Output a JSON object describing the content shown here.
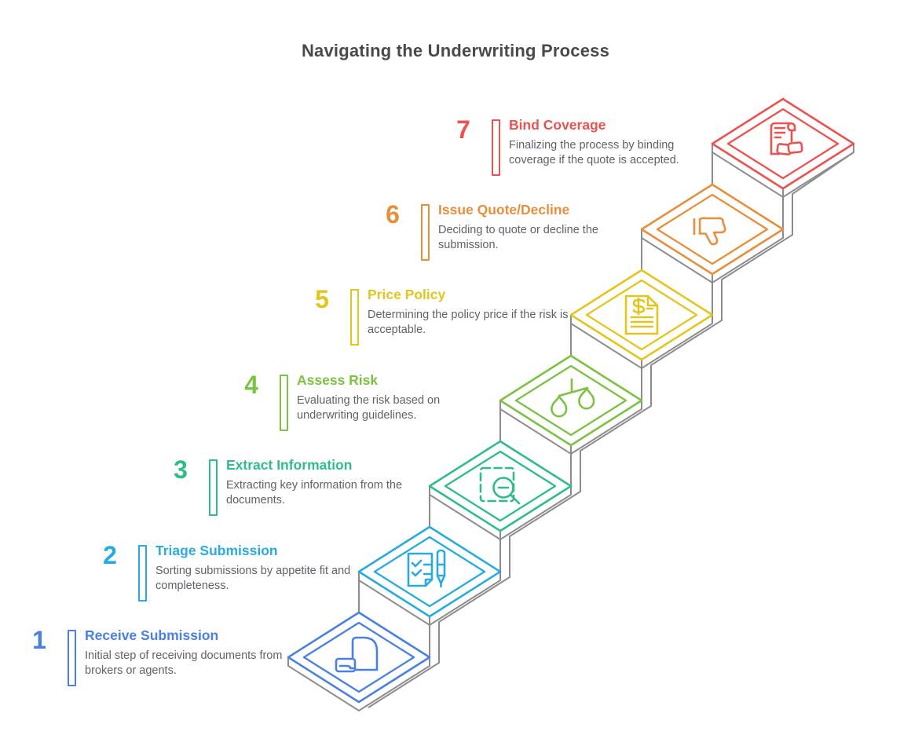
{
  "title": "Navigating the Underwriting Process",
  "colors": {
    "line_gray": "#8c8c8c",
    "title_text": "#4a4a4a",
    "description_text": "#5e6368",
    "background": "#ffffff"
  },
  "steps": [
    {
      "number": "1",
      "title": "Receive Submission",
      "description": "Initial step of receiving documents from brokers or agents.",
      "color": "#4a80e4",
      "icon": "receive-document-icon"
    },
    {
      "number": "2",
      "title": "Triage Submission",
      "description": "Sorting submissions by appetite fit and completeness.",
      "color": "#29abe2",
      "icon": "checklist-pen-icon"
    },
    {
      "number": "3",
      "title": "Extract Information",
      "description": "Extracting key information from the documents.",
      "color": "#2fbd87",
      "icon": "extract-search-icon"
    },
    {
      "number": "4",
      "title": "Assess Risk",
      "description": "Evaluating the risk based on underwriting guidelines.",
      "color": "#7cc243",
      "icon": "risk-scale-icon"
    },
    {
      "number": "5",
      "title": "Price Policy",
      "description": "Determining the policy price if the risk is acceptable.",
      "color": "#e3c51c",
      "icon": "priced-document-icon"
    },
    {
      "number": "6",
      "title": "Issue Quote/Decline",
      "description": "Deciding to quote or decline the submission.",
      "color": "#e78f3c",
      "icon": "thumbs-down-icon"
    },
    {
      "number": "7",
      "title": "Bind Coverage",
      "description": "Finalizing the process by binding coverage if the quote is accepted.",
      "color": "#ea534f",
      "icon": "contract-handshake-icon"
    }
  ]
}
